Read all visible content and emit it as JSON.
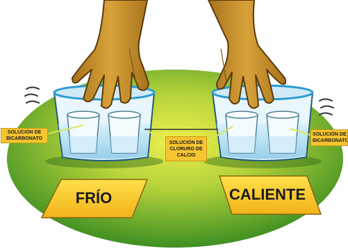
{
  "labels": {
    "cold_label": "FRÍO",
    "hot_label": "CALIENTE",
    "bicarbonate_left": [
      "SOLUCIÓN DE",
      "BICARBONATO"
    ],
    "calcium_chloride": [
      "SOLUCIÓN DE",
      "CLORURO DE",
      "CALCIO"
    ],
    "bicarbonate_right": [
      "SOLUCIÓN DE",
      "BICARBONATO"
    ]
  },
  "colors": {
    "label_fill": "#f7c531",
    "background_green": "#4f9a2a",
    "background_yellow": "#e6e84a",
    "hand_skin": "#c9932c",
    "water": "#bfe3f4",
    "glass_rim": "#2a9bd3"
  },
  "icons": [
    "hand-left-icon",
    "hand-right-icon",
    "beaker-cold-icon",
    "beaker-hot-icon",
    "cup-icon",
    "vibration-lines-icon"
  ]
}
